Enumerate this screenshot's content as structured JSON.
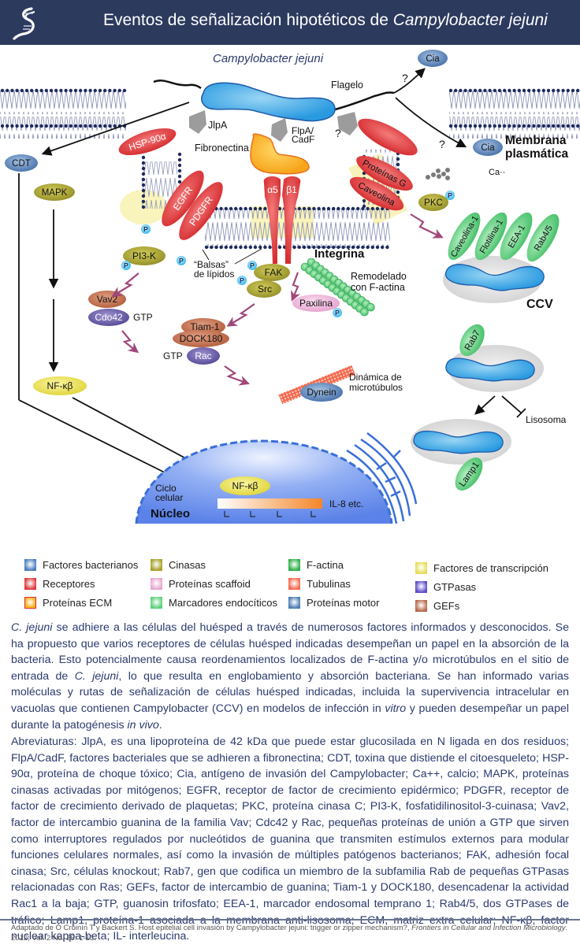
{
  "header": {
    "title_plain": "Eventos de señalización hipotéticos de ",
    "title_italic": "Campylobacter jejuni",
    "background": "#2c3a5e"
  },
  "diagram": {
    "bacterium_label": "Campylobacter jejuni",
    "flagelo": "Flagelo",
    "jlpa": "JlpA",
    "flpa_cadf_1": "FlpA/",
    "flpa_cadf_2": "CadF",
    "question": "?",
    "fibronectina": "Fibronectina",
    "hsp90": "HSP-90α",
    "cia": "Cia",
    "membrana_1": "Membrana",
    "membrana_2": "plasmática",
    "ca": "Ca··",
    "cdt": "CDT",
    "mapk": "MAPK",
    "egfr": "EGFR",
    "pdgfr": "PDGFR",
    "alpha5": "α5",
    "beta1": "β1",
    "proteinas_g": "Proteínas G",
    "caveolina": "Caveolina",
    "pkc": "PKC",
    "p": "P",
    "pi3k": "PI3-K",
    "balsas_1": "“Balsas”",
    "balsas_2": "de lípidos",
    "fak": "FAK",
    "src": "Src",
    "integrina": "Integrina",
    "remodelado_1": "Remodelado",
    "remodelado_2": "con F-actina",
    "paxilina": "Paxilina",
    "vav2": "Vav2",
    "cdc42": "Cdo42",
    "gtp": "GTP",
    "tiam1": "Tiam-1",
    "dock180": "DOCK180",
    "rac": "Rac",
    "dinamica_1": "Dinámica de",
    "dinamica_2": "microtúbulos",
    "dynein": "Dynein",
    "nfkb": "NF-κβ",
    "ciclo_1": "Ciclo",
    "ciclo_2": "celular",
    "nucleo": "Núcleo",
    "il8": "IL-8 etc.",
    "ccv_markers": [
      "Caveolina-1",
      "Flotilina-1",
      "EEA-1",
      "Rab4/5"
    ],
    "ccv": "CCV",
    "rab7": "Rab7",
    "lisosoma": "Lisosoma",
    "lamp1": "Lamp1"
  },
  "legend": [
    {
      "label": "Factores bacterianos",
      "color": "#4a7fbf"
    },
    {
      "label": "Receptores",
      "color": "#e03a3e"
    },
    {
      "label": "Proteínas ECM",
      "color": "#f7b21e"
    },
    {
      "label": "Cinasas",
      "color": "#a8a12a"
    },
    {
      "label": "Proteínas scaffoid",
      "color": "#e8a8d0"
    },
    {
      "label": "Marcadores endocíticos",
      "color": "#5cd07a"
    },
    {
      "label": "F-actina",
      "color": "#2fb04a"
    },
    {
      "label": "Tubulinas",
      "color": "#f46a50"
    },
    {
      "label": "Proteínas motor",
      "color": "#4e7db5"
    },
    {
      "label": "Factores de transcripción",
      "color": "#e6dd58"
    },
    {
      "label": "GTPasas",
      "color": "#5d4ec8"
    },
    {
      "label": "GEFs",
      "color": "#b86a4c"
    }
  ],
  "paragraph1": [
    {
      "t": "C. jejuni",
      "i": true
    },
    {
      "t": " se adhiere a las células del huésped a través de numerosos factores informados y desconocidos. Se ha propuesto que varios receptores de células huésped indicadas desempeñan un papel en la absorción de la bacteria. Esto potencialmente causa reordenamientos localizados de F-actina y/o microtúbulos en el sitio de entrada de ",
      "i": false
    },
    {
      "t": "C. jejuni",
      "i": true
    },
    {
      "t": ", lo que resulta en englobamiento y absorción bacteriana. Se han informado varias moléculas y rutas de señalización de células huésped indicadas, incluida la supervivencia intracelular en vacuolas que contienen Campylobacter (CCV) en modelos de infección in ",
      "i": false
    },
    {
      "t": "vitro",
      "i": true
    },
    {
      "t": " y pueden desempeñar un papel durante la patogénesis ",
      "i": false
    },
    {
      "t": "in vivo",
      "i": true
    },
    {
      "t": ".",
      "i": false
    }
  ],
  "paragraph2": "Abreviaturas: JlpA, es una lipoproteína de 42 kDa que puede estar glucosilada en N ligada en dos residuos; FlpA/CadF, factores bacteriales que se adhieren a fibronectina; CDT, toxina que distiende el citoesqueleto; HSP-90α, proteína de choque tóxico; Cia, antígeno de invasión del Campylobacter; Ca++, calcio; MAPK, proteínas cinasas activadas por mitógenos; EGFR, receptor de factor de crecimiento epidérmico; PDGFR, receptor de factor de crecimiento derivado de plaquetas; PKC, proteína cinasa C; PI3-K, fosfatidilinositol-3-cuinasa; Vav2, factor de intercambio guanina de la familia Vav; Cdc42 y Rac, pequeñas proteínas de unión a GTP que sirven como interruptores regulados por nucleótidos de guanina que transmiten estímulos externos para modular funciones celulares normales, así como la invasión de múltiples patógenos bacterianos; FAK, adhesión focal cinasa; Src, células knockout; Rab7, gen que codifica un miembro de la subfamilia Rab de pequeñas GTPasas relacionadas con Ras; GEFs, factor de intercambio de guanina; Tiam-1 y DOCK180, desencadenar la actividad Rac1 a la baja; GTP, guanosin trifosfato; EEA-1, marcador endosomal temprano 1; Rab4/5, dos GTPases de tráfico; Lamp1, proteína-1 asociada a la membrana anti-lisosoma; ECM, matriz extra celular; NF-κβ, factor nuclear kappa-beta; IL- interleucina.",
  "citation": {
    "plain": "Adaptado de Ó Cróinín T y Backert S. Host epitelial cell invasión by Campylobacter jejuni: trigger or zipper mechanism?, ",
    "italic": "Frontiers in Cellular and Infection Microbiology",
    "tail": ". 2012; Vol. 2 No. 25: 1-13."
  }
}
